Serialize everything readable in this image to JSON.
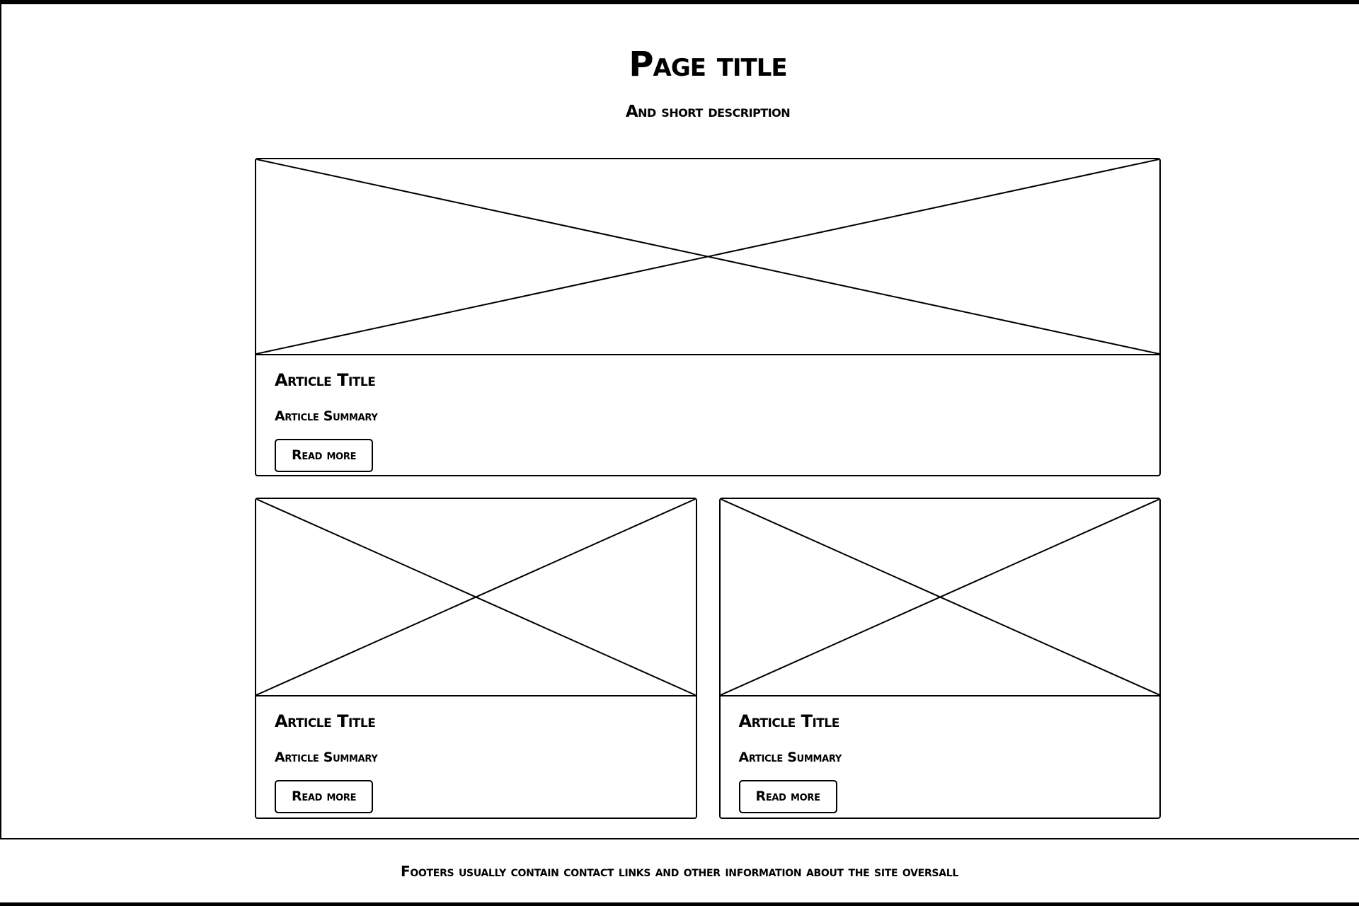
{
  "page": {
    "title": "Page title",
    "subtitle": "And short description"
  },
  "articles": [
    {
      "title": "Article Title",
      "summary": "Article Summary",
      "read_more_label": "Read more"
    },
    {
      "title": "Article Title",
      "summary": "Article Summary",
      "read_more_label": "Read more"
    },
    {
      "title": "Article Title",
      "summary": "Article Summary",
      "read_more_label": "Read more"
    }
  ],
  "footer": {
    "text": "Footers usually contain contact links and other information about the site oversall"
  },
  "colors": {
    "stroke": "#000000",
    "background": "#ffffff",
    "text": "#000000"
  }
}
